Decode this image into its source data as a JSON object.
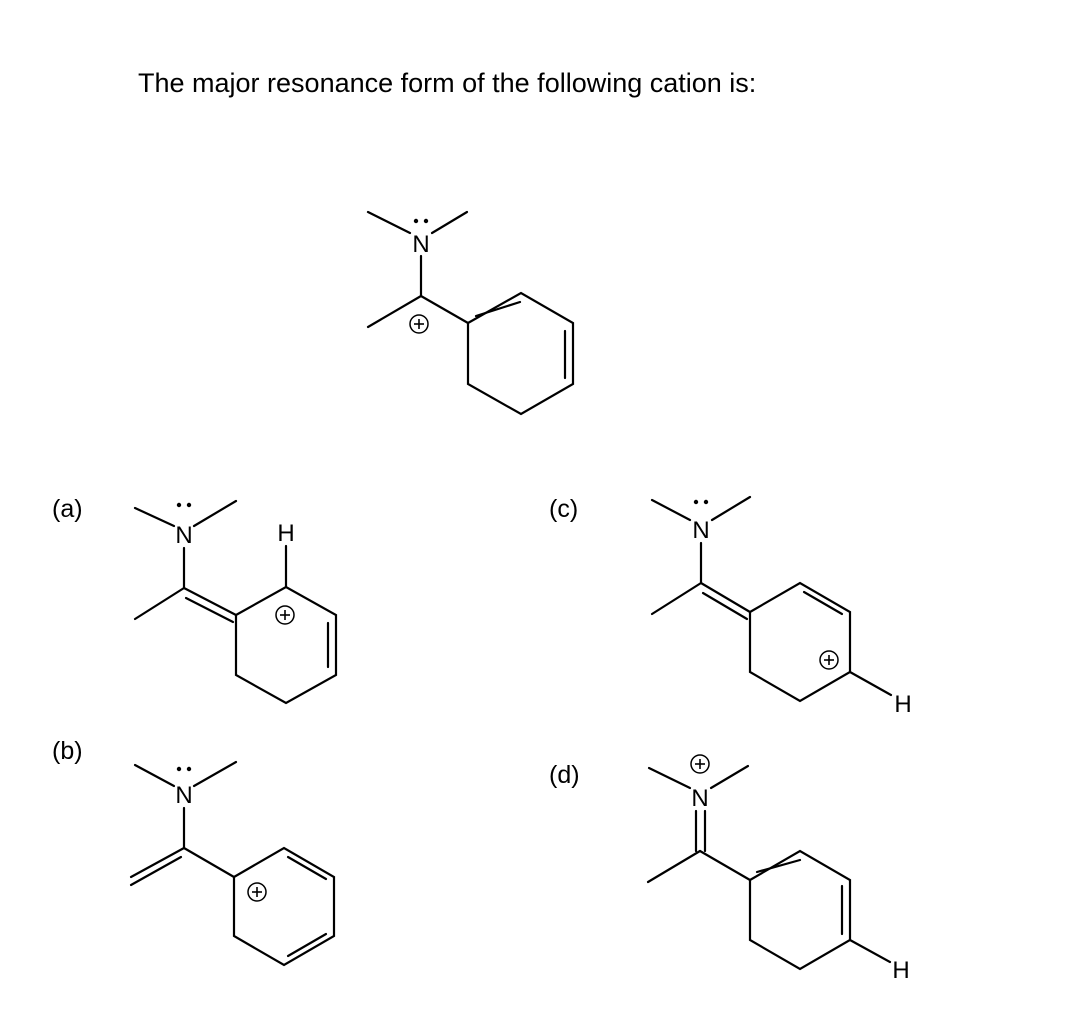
{
  "question": {
    "text": "The major resonance form of the following cation is:"
  },
  "atoms": {
    "nitrogen": "N",
    "hydrogen": "H"
  },
  "options": [
    {
      "label": "(a)"
    },
    {
      "label": "(b)"
    },
    {
      "label": "(c)"
    },
    {
      "label": "(d)"
    }
  ]
}
